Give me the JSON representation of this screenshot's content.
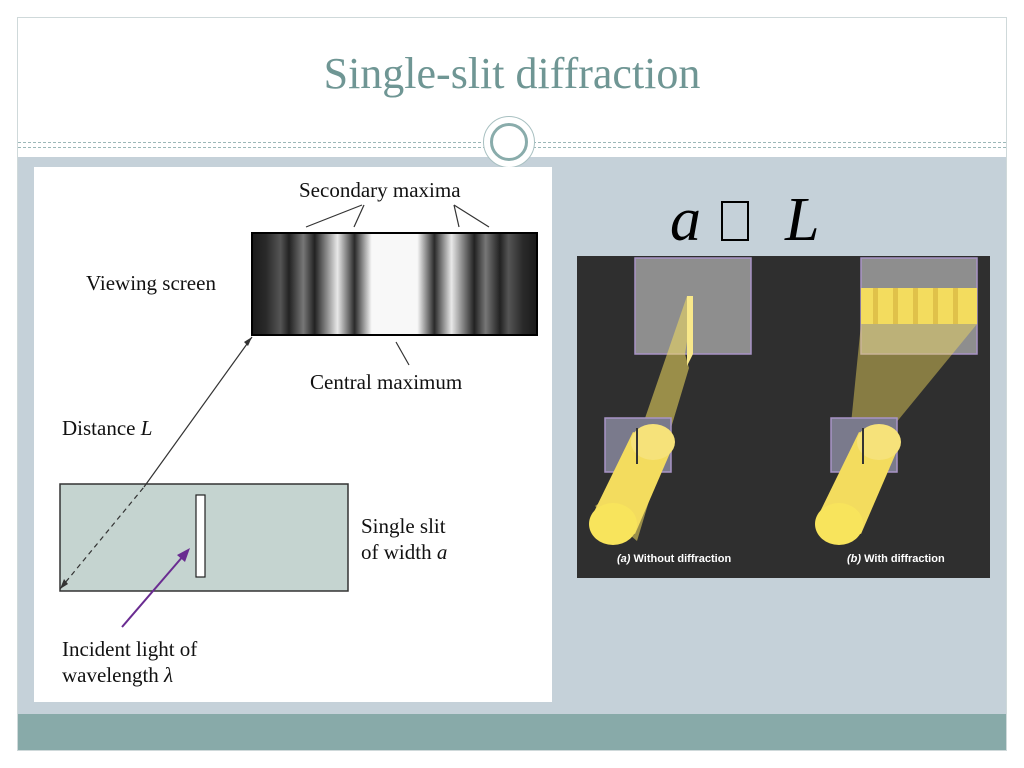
{
  "slide": {
    "title": "Single-slit diffraction",
    "formula": {
      "left": "a",
      "right": "L"
    }
  },
  "diagram_left": {
    "secondary_maxima": "Secondary maxima",
    "viewing_screen": "Viewing screen",
    "central_maximum": "Central maximum",
    "distance_text": "Distance ",
    "distance_var": "L",
    "single_slit_line1": "Single slit",
    "single_slit_line2_text": "of width ",
    "single_slit_var": "a",
    "incident_line1": "Incident light of",
    "incident_line2_text": "wavelength ",
    "incident_var": "λ"
  },
  "diagram_right": {
    "caption_a_letter": "(a)",
    "caption_a": " Without diffraction",
    "caption_b_letter": "(b)",
    "caption_b": " With diffraction"
  },
  "colors": {
    "title": "#6f9694",
    "content_bg": "#c5d1d9",
    "footer": "#88aaa9",
    "slit_box": "#c5d4d0",
    "arrow": "#6a2c91",
    "light_beam": "#f3dc5e"
  }
}
